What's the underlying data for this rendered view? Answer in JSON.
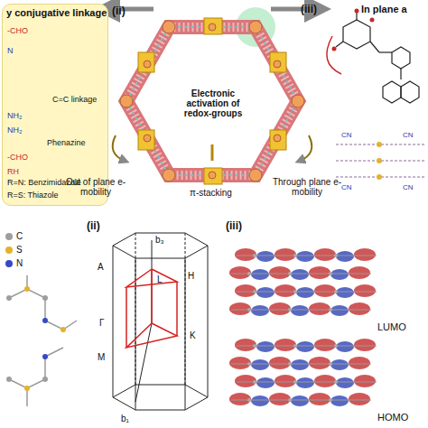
{
  "diagram": {
    "nodes": [
      {
        "text": [
          "y conjugative linkage"
        ]
      }
    ],
    "labels": [
      "(ii)",
      "Electronic activation of redox-groups",
      "Out of plane e- mobility",
      "π-stacking",
      "Through plane e- mobility",
      "(iii)",
      "In plane a",
      "-CHO",
      "N",
      "C=C linkage",
      "NH₂",
      "NH₂",
      "Phenazine",
      "-CHO",
      "RH",
      "R=N: Benzimidazole",
      "R=S: Thiazole",
      "CN",
      "CN",
      "CN",
      "CN",
      "(ii)",
      "b₃",
      "A",
      "L",
      "H",
      "Γ",
      "M",
      "K",
      "b₁",
      "(iii)",
      "LUMO",
      "HOMO"
    ],
    "legend": [
      {
        "text": "C",
        "color": "#9e9e9e"
      },
      {
        "text": "S",
        "color": "#e3b22d"
      },
      {
        "text": "N",
        "color": "#3848c6"
      }
    ]
  }
}
